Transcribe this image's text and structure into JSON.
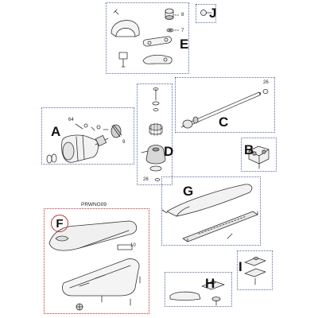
{
  "groups": {
    "A": {
      "letter": "A",
      "part_numbers": [
        "64",
        "9"
      ]
    },
    "B": {
      "letter": "B"
    },
    "C": {
      "letter": "C",
      "part_numbers": [
        "26"
      ]
    },
    "D": {
      "letter": "D",
      "part_numbers": [
        "26"
      ]
    },
    "E": {
      "letter": "E",
      "part_numbers": [
        "8",
        "7"
      ]
    },
    "F": {
      "letter": "F",
      "part_numbers": [
        "10"
      ],
      "model_code": "PRWNG09"
    },
    "G": {
      "letter": "G"
    },
    "H": {
      "letter": "H"
    },
    "I": {
      "letter": "I"
    },
    "J": {
      "letter": "J"
    }
  },
  "colors": {
    "box_border": "#5a6ea0",
    "selected_border": "#c0303a",
    "line_art": "#333333"
  }
}
